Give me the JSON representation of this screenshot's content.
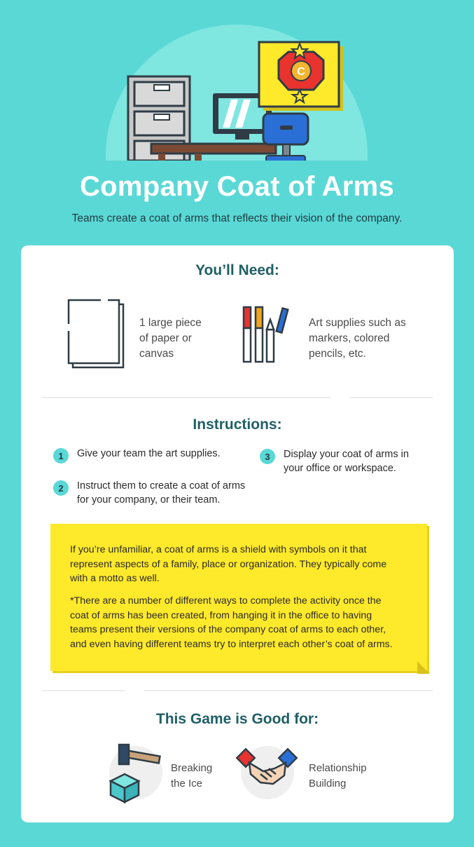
{
  "header": {
    "title": "Company Coat of Arms",
    "subtitle": "Teams create a coat of arms that reflects their vision of the company.",
    "shield_letter": "C"
  },
  "needs": {
    "title": "You’ll Need:",
    "items": [
      {
        "icon": "paper-icon",
        "lines": [
          "1 large piece",
          "of paper or",
          "canvas"
        ]
      },
      {
        "icon": "markers-icon",
        "lines": [
          "Art supplies such as",
          "markers, colored",
          "pencils, etc."
        ]
      }
    ]
  },
  "instructions": {
    "title": "Instructions:",
    "steps": [
      {
        "num": "1",
        "lines": [
          "Give your team the art supplies."
        ]
      },
      {
        "num": "2",
        "lines": [
          "Instruct them to create a coat of arms",
          "for your company, or their team."
        ]
      },
      {
        "num": "3",
        "lines": [
          "Display your coat of arms in",
          "your office or workspace."
        ]
      }
    ]
  },
  "note": {
    "paragraph1": [
      "If you’re unfamiliar, a coat of arms is a shield with symbols on it that",
      "represent aspects of a family, place or organization. They typically come",
      "with a motto as well."
    ],
    "paragraph2": [
      "*There are a number of different ways to complete the activity once the",
      "coat of arms has been created, from hanging it in the office to having",
      "teams present their versions of the company coat of arms to each other,",
      "and even having different teams try to interpret each other’s coat of arms."
    ]
  },
  "good_for": {
    "title": "This Game is Good for:",
    "items": [
      {
        "icon": "ice-hammer-icon",
        "lines": [
          "Breaking",
          "the Ice"
        ]
      },
      {
        "icon": "handshake-icon",
        "lines": [
          "Relationship",
          "Building"
        ]
      }
    ]
  },
  "colors": {
    "background": "#5ad8d6",
    "accent_yellow": "#fee92a",
    "heading_teal": "#1f5f66"
  }
}
